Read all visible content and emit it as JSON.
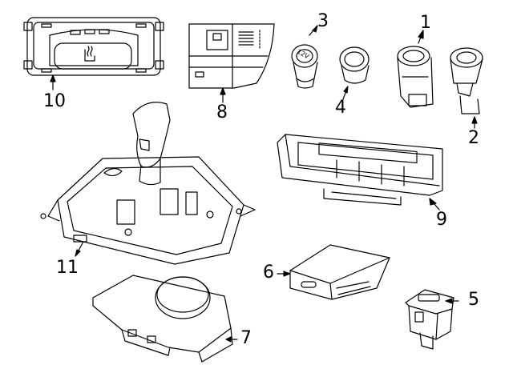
{
  "callouts": {
    "c1": "1",
    "c2": "2",
    "c3": "3",
    "c4": "4",
    "c5": "5",
    "c6": "6",
    "c7": "7",
    "c8": "8",
    "c9": "9",
    "c10": "10",
    "c11": "11"
  },
  "part_text": {
    "socket_marking": "12V"
  },
  "icons": {
    "seat_heat": "seat-heat-icon"
  }
}
